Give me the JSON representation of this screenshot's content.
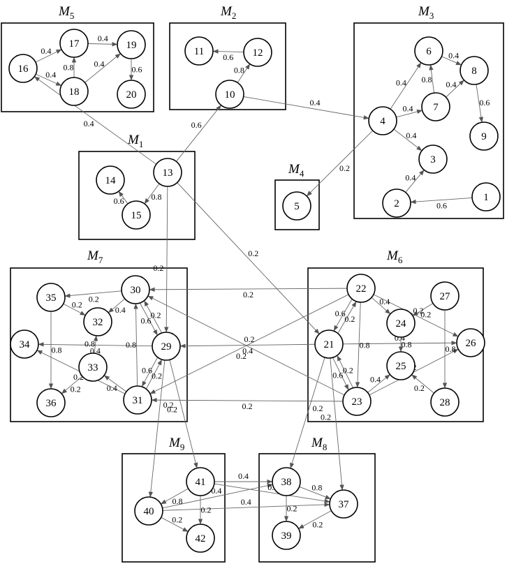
{
  "modules": [
    {
      "id": "M5",
      "letter": "M",
      "sub": "5"
    },
    {
      "id": "M2",
      "letter": "M",
      "sub": "2"
    },
    {
      "id": "M3",
      "letter": "M",
      "sub": "3"
    },
    {
      "id": "M1",
      "letter": "M",
      "sub": "1"
    },
    {
      "id": "M4",
      "letter": "M",
      "sub": "4"
    },
    {
      "id": "M7",
      "letter": "M",
      "sub": "7"
    },
    {
      "id": "M6",
      "letter": "M",
      "sub": "6"
    },
    {
      "id": "M9",
      "letter": "M",
      "sub": "9"
    },
    {
      "id": "M8",
      "letter": "M",
      "sub": "8"
    }
  ],
  "nodes": [
    "1",
    "2",
    "3",
    "4",
    "5",
    "6",
    "7",
    "8",
    "9",
    "10",
    "11",
    "12",
    "13",
    "14",
    "15",
    "16",
    "17",
    "18",
    "19",
    "20",
    "21",
    "22",
    "23",
    "24",
    "25",
    "26",
    "27",
    "28",
    "29",
    "30",
    "31",
    "32",
    "33",
    "34",
    "35",
    "36",
    "37",
    "38",
    "39",
    "40",
    "41",
    "42"
  ],
  "edges": [
    {
      "from": "1",
      "to": "2",
      "weight": "0.6"
    },
    {
      "from": "2",
      "to": "3",
      "weight": "0.4"
    },
    {
      "from": "4",
      "to": "3",
      "weight": "0.4"
    },
    {
      "from": "4",
      "to": "6",
      "weight": "0.4"
    },
    {
      "from": "4",
      "to": "7",
      "weight": "0.4"
    },
    {
      "from": "6",
      "to": "8",
      "weight": "0.4"
    },
    {
      "from": "7",
      "to": "6",
      "weight": "0.8"
    },
    {
      "from": "7",
      "to": "8",
      "weight": "0.4"
    },
    {
      "from": "8",
      "to": "9",
      "weight": "0.6"
    },
    {
      "from": "4",
      "to": "5",
      "weight": "0.2"
    },
    {
      "from": "10",
      "to": "4",
      "weight": "0.4"
    },
    {
      "from": "10",
      "to": "12",
      "weight": "0.8"
    },
    {
      "from": "12",
      "to": "11",
      "weight": "0.6"
    },
    {
      "from": "13",
      "to": "10",
      "weight": "0.6"
    },
    {
      "from": "13",
      "to": "16",
      "weight": "0.4"
    },
    {
      "from": "13",
      "to": "15",
      "weight": "0.8"
    },
    {
      "from": "15",
      "to": "14",
      "weight": "0.6"
    },
    {
      "from": "13",
      "to": "29",
      "weight": "0.2"
    },
    {
      "from": "13",
      "to": "21",
      "weight": "0.2"
    },
    {
      "from": "16",
      "to": "17",
      "weight": "0.4"
    },
    {
      "from": "16",
      "to": "18",
      "weight": "0.4"
    },
    {
      "from": "17",
      "to": "19",
      "weight": "0.4"
    },
    {
      "from": "18",
      "to": "17",
      "weight": "0.8"
    },
    {
      "from": "18",
      "to": "19",
      "weight": "0.4"
    },
    {
      "from": "19",
      "to": "20",
      "weight": "0.6"
    },
    {
      "from": "30",
      "to": "35",
      "weight": "0.2"
    },
    {
      "from": "35",
      "to": "32",
      "weight": "0.2"
    },
    {
      "from": "30",
      "to": "32",
      "weight": "0.4"
    },
    {
      "from": "29",
      "to": "30",
      "weight": "0.6"
    },
    {
      "from": "30",
      "to": "29",
      "weight": "0.2"
    },
    {
      "from": "29",
      "to": "34",
      "weight": "0.4"
    },
    {
      "from": "31",
      "to": "30",
      "weight": "0.8"
    },
    {
      "from": "29",
      "to": "31",
      "weight": "0.2"
    },
    {
      "from": "31",
      "to": "29",
      "weight": "0.6"
    },
    {
      "from": "33",
      "to": "32",
      "weight": "0.8"
    },
    {
      "from": "31",
      "to": "33",
      "weight": "0.4"
    },
    {
      "from": "33",
      "to": "36",
      "weight": "0.2"
    },
    {
      "from": "35",
      "to": "36",
      "weight": "0.8"
    },
    {
      "from": "31",
      "to": "34",
      "weight": "0.2"
    },
    {
      "from": "22",
      "to": "30",
      "weight": "0.2"
    },
    {
      "from": "23",
      "to": "30",
      "weight": "0.2"
    },
    {
      "from": "21",
      "to": "29",
      "weight": "0.4"
    },
    {
      "from": "22",
      "to": "31",
      "weight": "0.2"
    },
    {
      "from": "23",
      "to": "31",
      "weight": "0.2"
    },
    {
      "from": "21",
      "to": "22",
      "weight": "0.6"
    },
    {
      "from": "22",
      "to": "21",
      "weight": "0.2"
    },
    {
      "from": "22",
      "to": "24",
      "weight": "0.4"
    },
    {
      "from": "22",
      "to": "23",
      "weight": "0.8"
    },
    {
      "from": "22",
      "to": "26",
      "weight": "0.2"
    },
    {
      "from": "27",
      "to": "24",
      "weight": "0.2"
    },
    {
      "from": "24",
      "to": "25",
      "weight": "0.8"
    },
    {
      "from": "21",
      "to": "26",
      "weight": "0.4"
    },
    {
      "from": "21",
      "to": "23",
      "weight": "0.2"
    },
    {
      "from": "23",
      "to": "21",
      "weight": "0.6"
    },
    {
      "from": "23",
      "to": "25",
      "weight": "0.4"
    },
    {
      "from": "23",
      "to": "26",
      "weight": "0.2"
    },
    {
      "from": "27",
      "to": "28",
      "weight": "0.8"
    },
    {
      "from": "28",
      "to": "25",
      "weight": "0.2"
    },
    {
      "from": "29",
      "to": "40",
      "weight": "0.2"
    },
    {
      "from": "29",
      "to": "41",
      "weight": "0.2"
    },
    {
      "from": "21",
      "to": "38",
      "weight": "0.2"
    },
    {
      "from": "21",
      "to": "37",
      "weight": "0.2"
    },
    {
      "from": "41",
      "to": "40",
      "weight": "0.8"
    },
    {
      "from": "41",
      "to": "42",
      "weight": "0.2"
    },
    {
      "from": "40",
      "to": "42",
      "weight": "0.2"
    },
    {
      "from": "41",
      "to": "38",
      "weight": "0.4"
    },
    {
      "from": "40",
      "to": "38",
      "weight": "0.4"
    },
    {
      "from": "41",
      "to": "37",
      "weight": "0.4"
    },
    {
      "from": "40",
      "to": "37",
      "weight": "0.4"
    },
    {
      "from": "38",
      "to": "37",
      "weight": "0.8"
    },
    {
      "from": "38",
      "to": "39",
      "weight": "0.2"
    },
    {
      "from": "37",
      "to": "39",
      "weight": "0.2"
    }
  ]
}
